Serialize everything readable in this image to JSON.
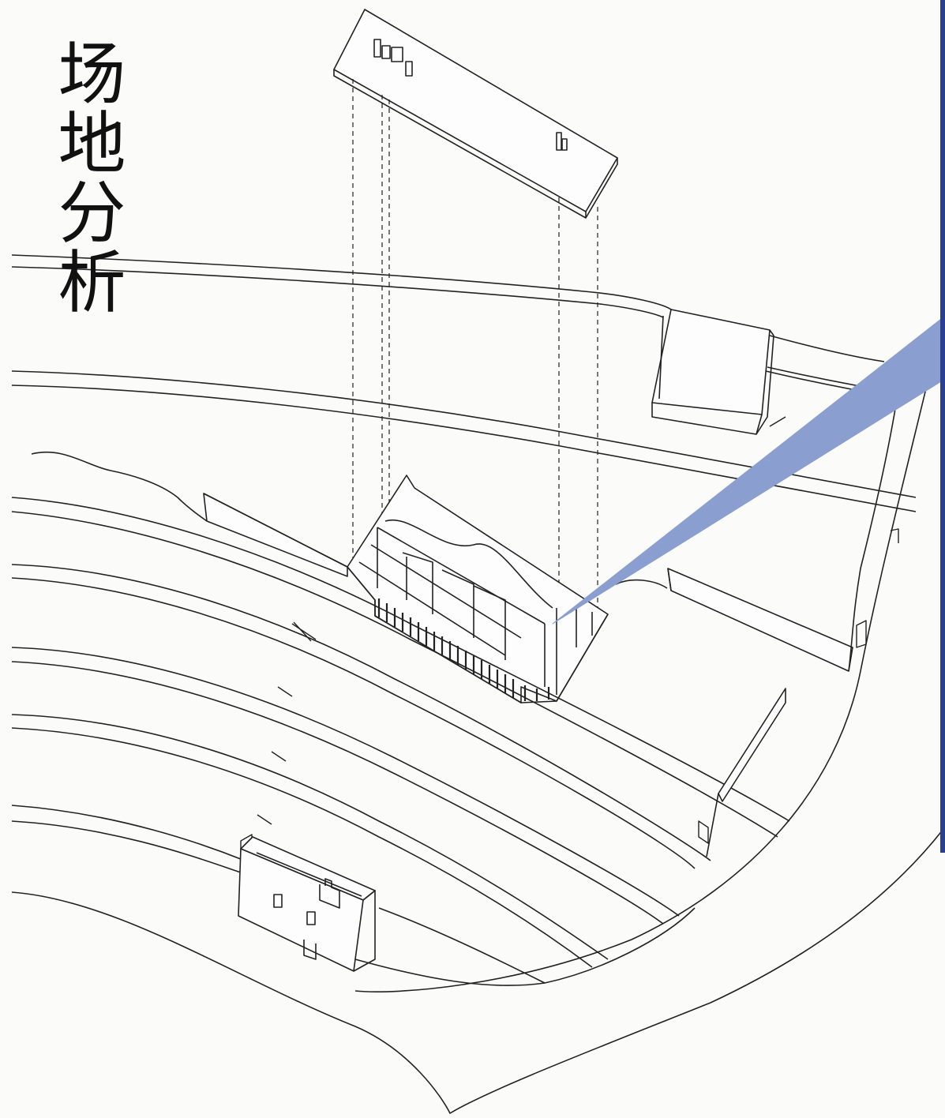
{
  "title": "场地分析",
  "colors": {
    "line": "#222222",
    "paper": "#fbfbfa",
    "callout": "#8a9fcf",
    "edge_rule": "#2a3f8f"
  },
  "icons": [
    "roof-plan",
    "building-model",
    "terrace-steps",
    "small-house"
  ]
}
